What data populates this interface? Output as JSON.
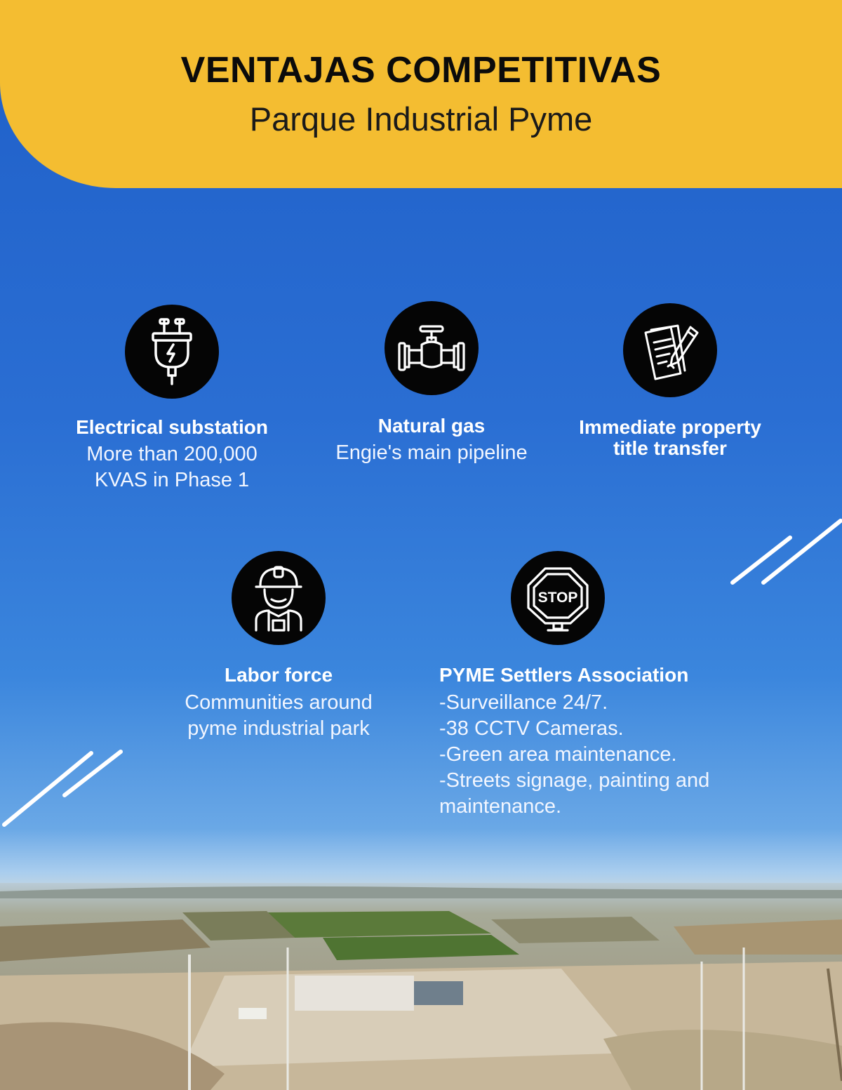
{
  "header": {
    "title": "VENTAJAS COMPETITIVAS",
    "subtitle": "Parque Industrial Pyme"
  },
  "features": [
    {
      "icon": "electric-plug-icon",
      "title": "Electrical substation",
      "description": [
        "More than 200,000",
        "KVAS in Phase 1"
      ]
    },
    {
      "icon": "gas-valve-pipe-icon",
      "title": "Natural gas",
      "description": [
        "Engie's main pipeline"
      ]
    },
    {
      "icon": "document-pen-icon",
      "title": [
        "Immediate property",
        "title transfer"
      ],
      "description": []
    },
    {
      "icon": "worker-hardhat-icon",
      "title": "Labor force",
      "description": [
        "Communities around",
        "pyme industrial park"
      ]
    },
    {
      "icon": "stop-sign-icon",
      "icon_text": "STOP",
      "title": "PYME Settlers Association",
      "description": [
        "-Surveillance 24/7.",
        "-38 CCTV Cameras.",
        "-Green area maintenance.",
        "-Streets signage, painting and",
        "maintenance."
      ]
    }
  ],
  "colors": {
    "header_yellow": "#f4bd31",
    "sky_blue": "#2a6ed3",
    "icon_circle": "#050505",
    "text_white": "#ffffff"
  }
}
